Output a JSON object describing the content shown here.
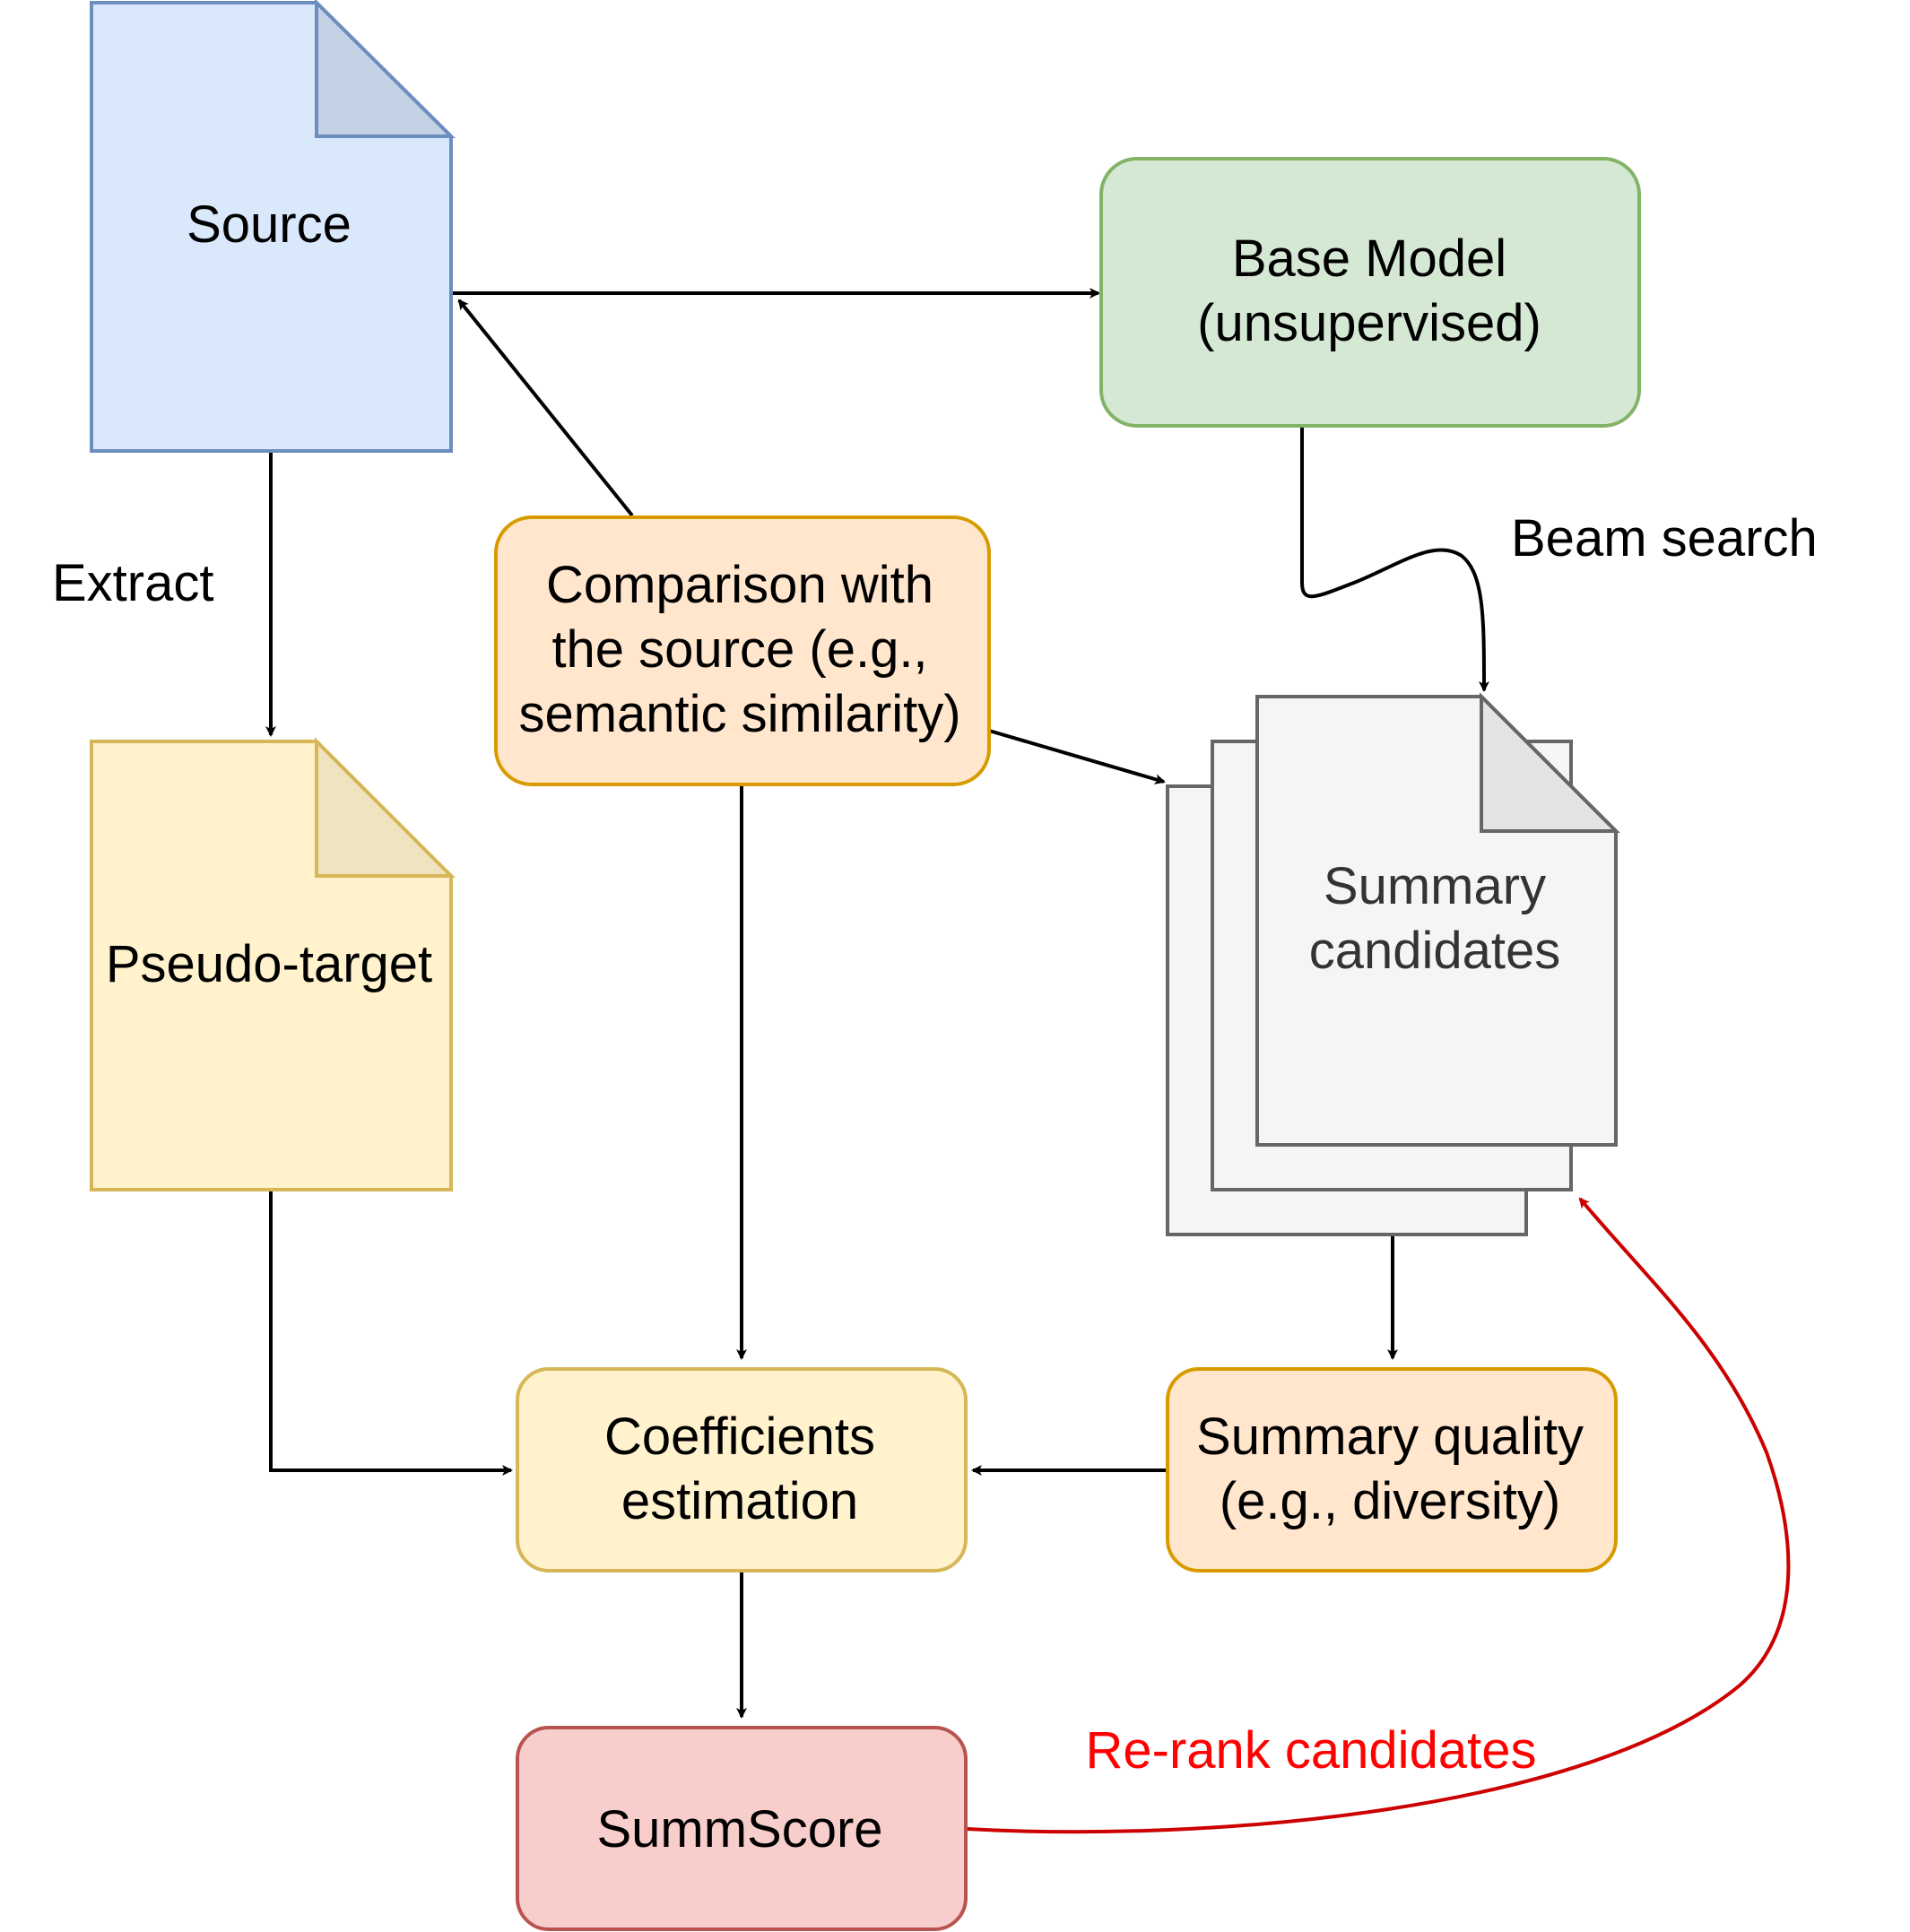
{
  "nodes": {
    "source": {
      "label": "Source",
      "fill": "#dae8fc",
      "stroke": "#6c8ebf"
    },
    "pseudo_target": {
      "label": "Pseudo-target",
      "fill": "#fff2cc",
      "stroke": "#d6b656"
    },
    "base_model": {
      "line1": "Base Model",
      "line2": "(unsupervised)",
      "fill": "#d5e8d4",
      "stroke": "#82b366"
    },
    "comparison": {
      "line1": "Comparison with",
      "line2": "the source (e.g.,",
      "line3": "semantic similarity)",
      "fill": "#ffe6cc",
      "stroke": "#d79b00"
    },
    "summary_candidates": {
      "line1": "Summary",
      "line2": "candidates",
      "fill": "#f5f5f5",
      "stroke": "#666666"
    },
    "coefficients": {
      "line1": "Coefficients",
      "line2": "estimation",
      "fill": "#fff2cc",
      "stroke": "#d6b656"
    },
    "summary_quality": {
      "line1": "Summary quality",
      "line2": "(e.g., diversity)",
      "fill": "#ffe6cc",
      "stroke": "#d79b00"
    },
    "summscore": {
      "label": "SummScore",
      "fill": "#f8cecc",
      "stroke": "#b85450"
    }
  },
  "edge_labels": {
    "extract": "Extract",
    "beam_search": "Beam search",
    "rerank": "Re-rank candidates"
  },
  "colors": {
    "edge": "#000000",
    "rerank_edge": "#cc0000",
    "rerank_text": "#ff0000"
  }
}
